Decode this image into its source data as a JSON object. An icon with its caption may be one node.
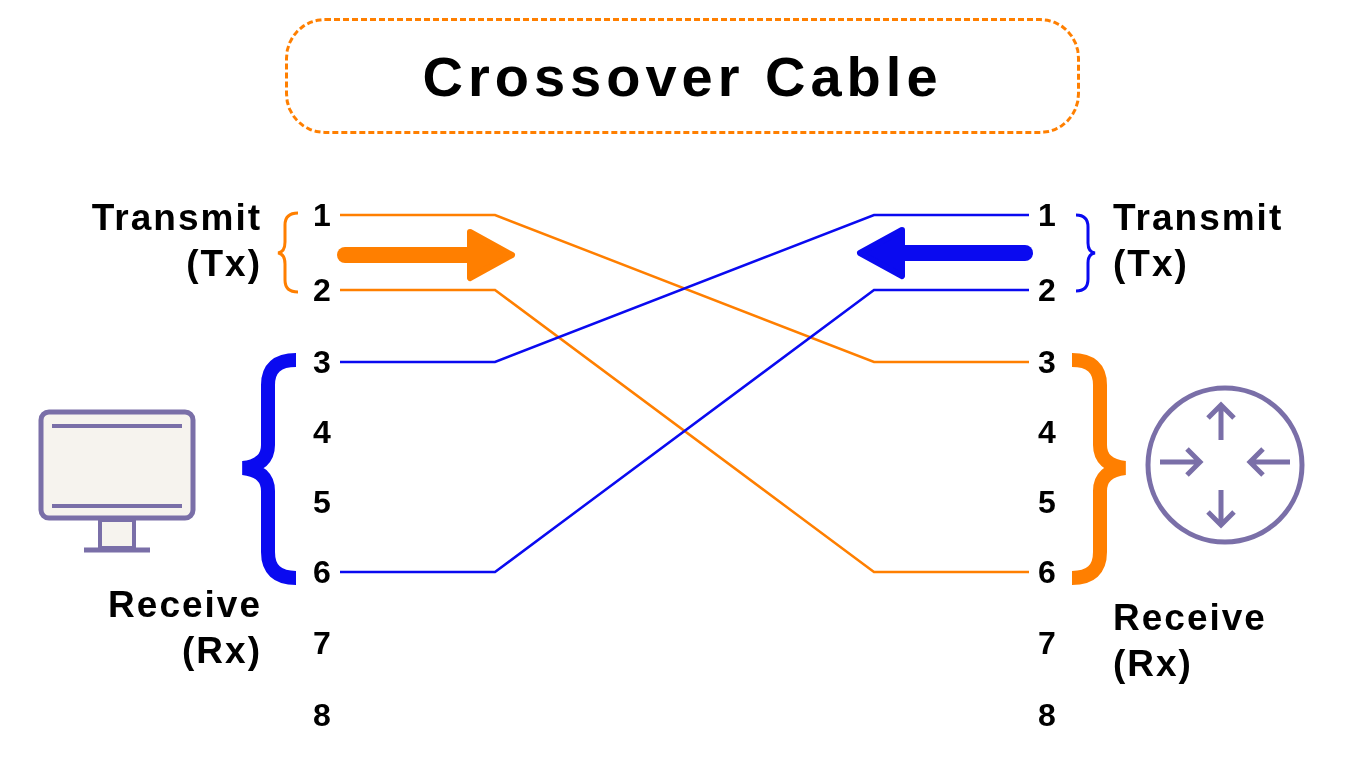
{
  "diagram": {
    "nodes": [
      {
        "text": [
          "Crossover Cable"
        ]
      },
      {
        "text": [
          "1"
        ]
      },
      {
        "text": [
          "2"
        ]
      },
      {
        "text": [
          "3"
        ]
      },
      {
        "text": [
          "4"
        ]
      },
      {
        "text": [
          "5"
        ]
      },
      {
        "text": [
          "6"
        ]
      },
      {
        "text": [
          "7"
        ]
      },
      {
        "text": [
          "8"
        ]
      },
      {
        "text": [
          "1"
        ]
      },
      {
        "text": [
          "2"
        ]
      },
      {
        "text": [
          "3"
        ]
      },
      {
        "text": [
          "4"
        ]
      },
      {
        "text": [
          "5"
        ]
      },
      {
        "text": [
          "6"
        ]
      },
      {
        "text": [
          "7"
        ]
      },
      {
        "text": [
          "8"
        ]
      }
    ],
    "edges": [
      {
        "from": 1,
        "to": 11,
        "arrow": "none",
        "color": "#ff7f00"
      },
      {
        "from": 2,
        "to": 14,
        "arrow": "none",
        "color": "#ff7f00"
      },
      {
        "from": 3,
        "to": 9,
        "arrow": "none",
        "color": "#0a0af0"
      },
      {
        "from": 6,
        "to": 10,
        "arrow": "none",
        "color": "#0a0af0"
      }
    ],
    "labels": [
      "Transmit (Tx)",
      "Receive (Rx)",
      "Transmit (Tx)",
      "Receive (Rx)"
    ]
  }
}
